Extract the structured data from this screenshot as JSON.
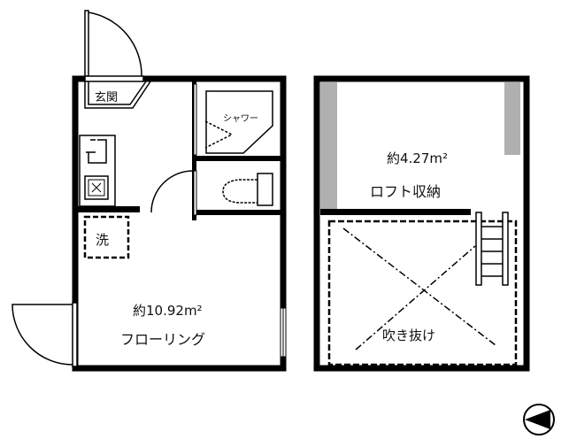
{
  "plan": {
    "entrance_label": "玄関",
    "shower_label": "シャワー",
    "laundry_label": "洗",
    "main_room_area": "約10.92m²",
    "main_room_label": "フローリング",
    "loft_area": "約4.27m²",
    "loft_label": "ロフト収納",
    "void_label": "吹き抜け",
    "compass_icon": "north-arrow-left"
  }
}
